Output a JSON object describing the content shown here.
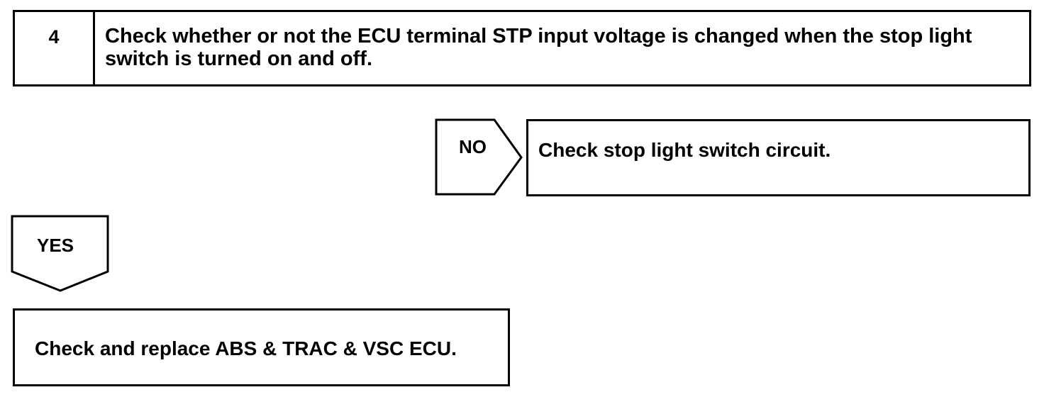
{
  "step": {
    "number": "4",
    "text": "Check whether or not the ECU terminal STP input voltage is changed when the stop light switch is turned on and off."
  },
  "no_branch": {
    "label": "NO",
    "action": "Check stop light switch circuit."
  },
  "yes_branch": {
    "label": "YES",
    "action": "Check and replace ABS & TRAC & VSC ECU."
  }
}
